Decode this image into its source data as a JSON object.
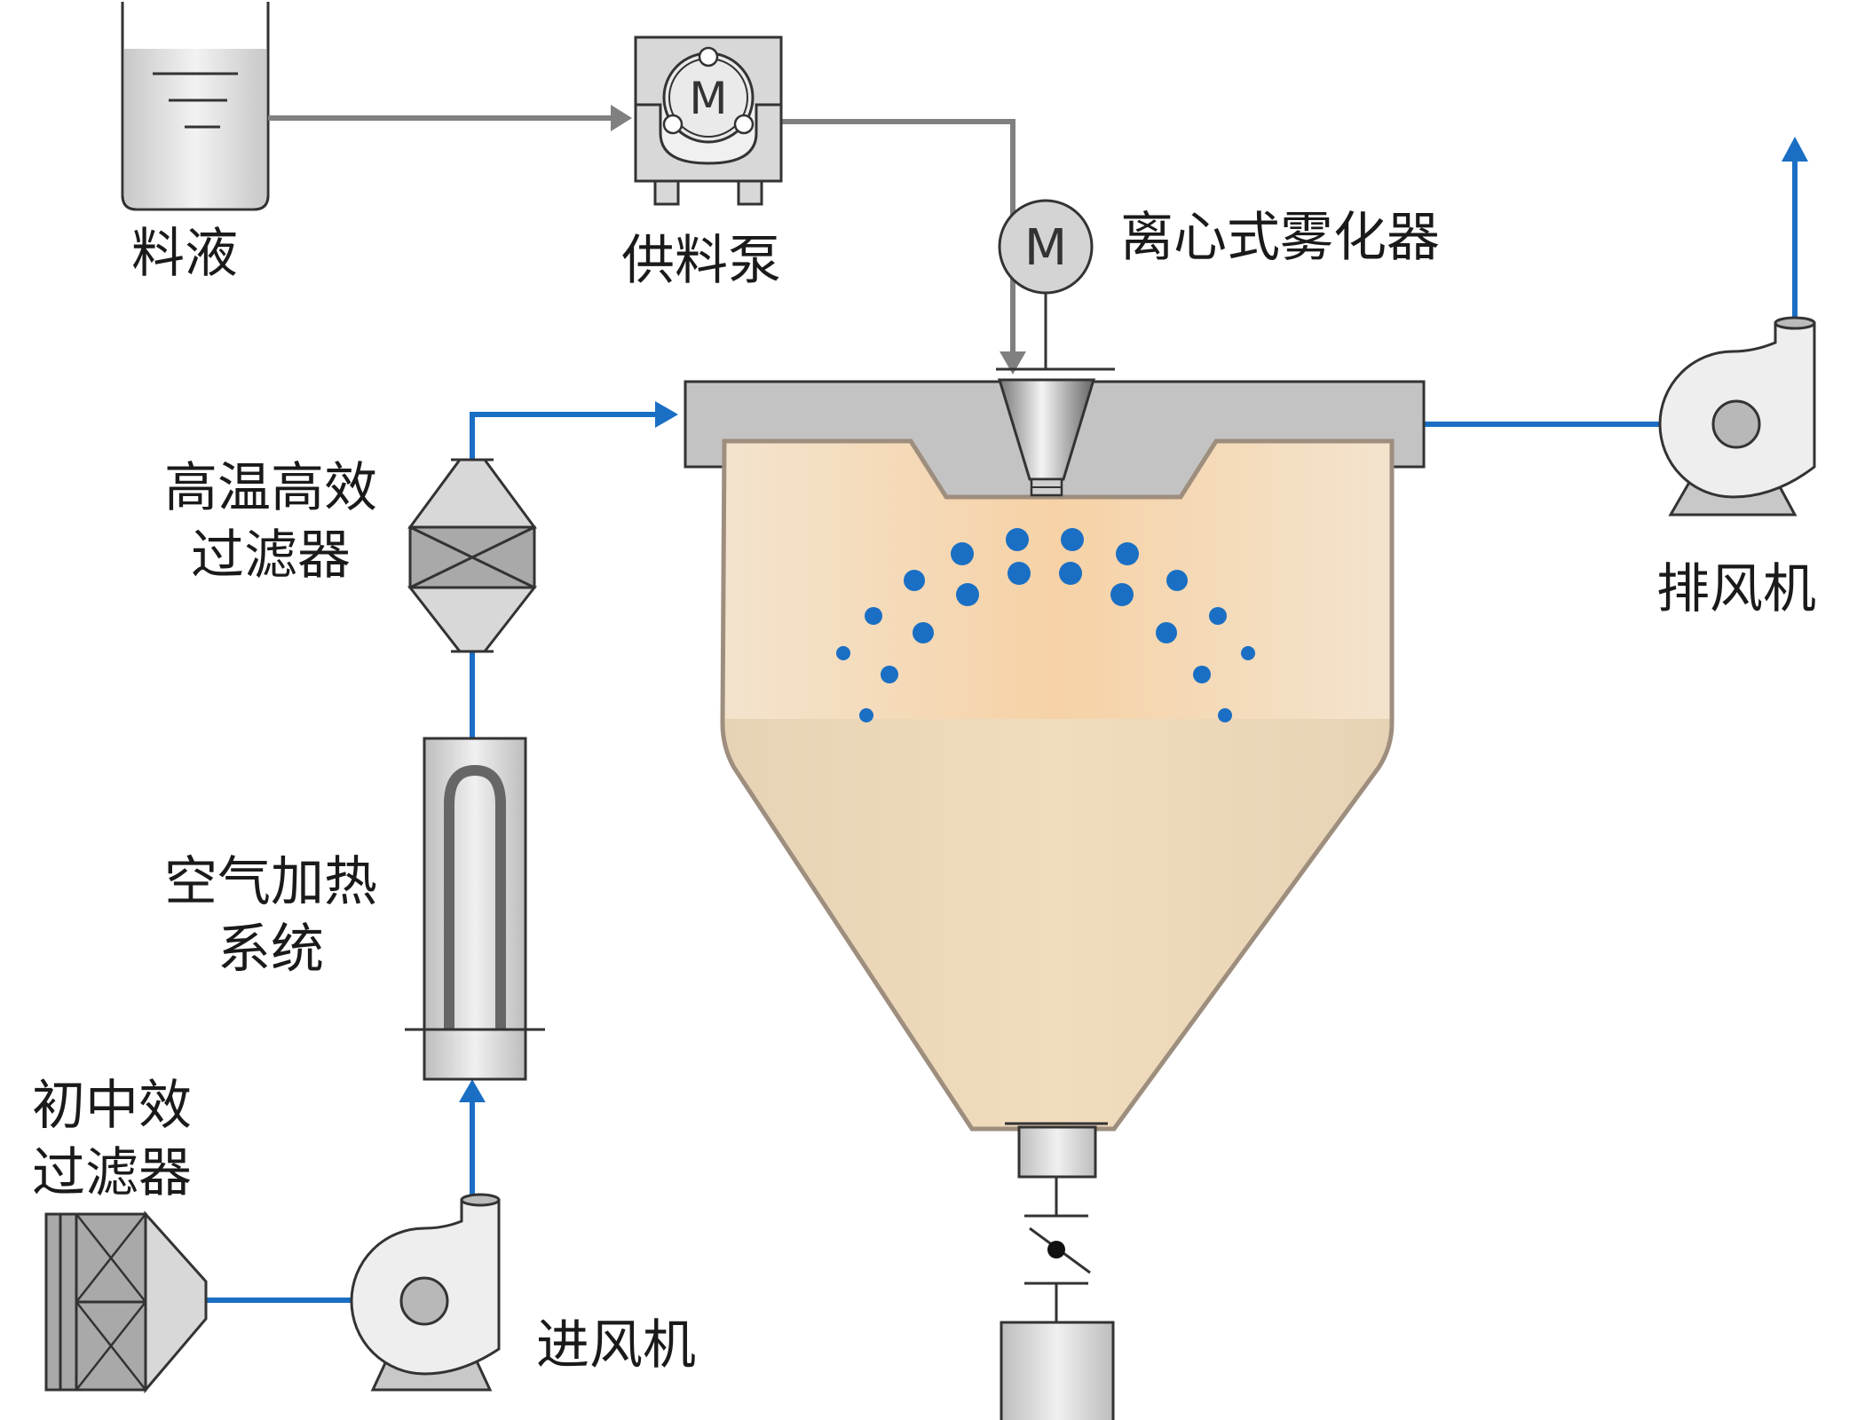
{
  "labels": {
    "feed_liquid": "料液",
    "feed_pump": "供料泵",
    "centrifugal_atomizer": "离心式雾化器",
    "hepa_filter_line1": "高温高效",
    "hepa_filter_line2": "过滤器",
    "air_heater_line1": "空气加热",
    "air_heater_line2": "系统",
    "primary_filter_line1": "初中效",
    "primary_filter_line2": "过滤器",
    "inlet_fan": "进风机",
    "exhaust_fan": "排风机"
  },
  "motor_symbol": "M",
  "colors": {
    "air_flow": "#1a6fc4",
    "liquid_flow": "#808080",
    "equipment_fill": "#dcdcdc",
    "equipment_stroke": "#333333",
    "chamber_fill": "#f1dcbd",
    "chamber_stroke": "#9e8e7e",
    "droplet": "#1a6fc4"
  }
}
